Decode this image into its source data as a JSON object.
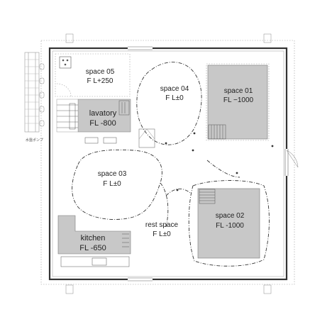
{
  "spaces": {
    "space05": {
      "name": "space 05",
      "level": "F L+250"
    },
    "space04": {
      "name": "space 04",
      "level": "F L±0"
    },
    "space01": {
      "name": "space 01",
      "level": "FL −1000"
    },
    "lavatory": {
      "name": "lavatory",
      "level": "FL -800"
    },
    "space03": {
      "name": "space 03",
      "level": "F L±0"
    },
    "space02": {
      "name": "space 02",
      "level": "FL -1000"
    },
    "rest": {
      "name": "rest space",
      "level": "F L±0"
    },
    "kitchen": {
      "name": "kitchen",
      "level": "FL -650"
    }
  },
  "annotations": {
    "side_tag": "水盤ポンプ"
  },
  "colors": {
    "floor_fill": "#c8c8c8",
    "wall": "#333333",
    "line": "#999999"
  }
}
